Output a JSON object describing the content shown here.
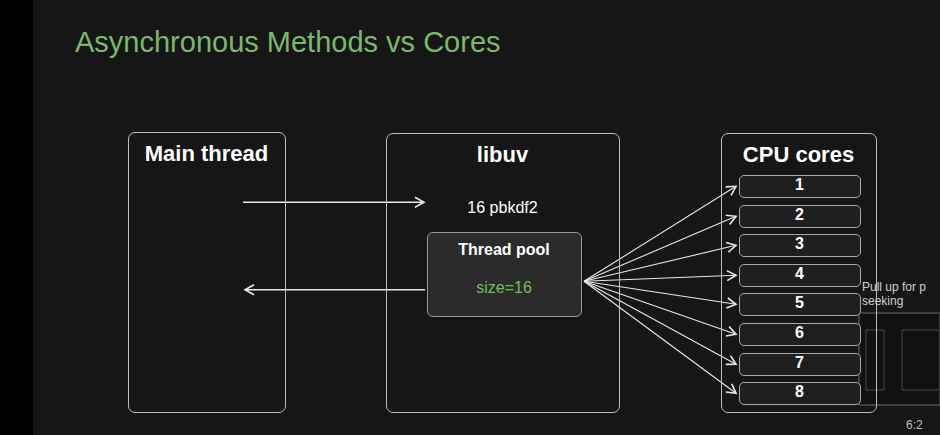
{
  "diagram": {
    "title": "Asynchronous Methods vs Cores",
    "nodes": [
      {
        "text": [
          "Main thread"
        ]
      },
      {
        "text": [
          "libuv",
          "16 pbkdf2"
        ]
      },
      {
        "text": [
          "Thread pool",
          "size=16"
        ],
        "in": 1
      },
      {
        "text": [
          "CPU cores"
        ]
      },
      {
        "text": [
          "1"
        ],
        "in": 3
      },
      {
        "text": [
          "2"
        ],
        "in": 3
      },
      {
        "text": [
          "3"
        ],
        "in": 3
      },
      {
        "text": [
          "4"
        ],
        "in": 3
      },
      {
        "text": [
          "5"
        ],
        "in": 3
      },
      {
        "text": [
          "6"
        ],
        "in": 3
      },
      {
        "text": [
          "7"
        ],
        "in": 3
      },
      {
        "text": [
          "8"
        ],
        "in": 3
      }
    ],
    "edges": [
      {
        "from": 0,
        "to": 2,
        "arrow": "to"
      },
      {
        "from": 2,
        "to": 0,
        "arrow": "to"
      },
      {
        "from": 2,
        "to": 4,
        "arrow": "to"
      },
      {
        "from": 2,
        "to": 5,
        "arrow": "to"
      },
      {
        "from": 2,
        "to": 6,
        "arrow": "to"
      },
      {
        "from": 2,
        "to": 7,
        "arrow": "to"
      },
      {
        "from": 2,
        "to": 8,
        "arrow": "to"
      },
      {
        "from": 2,
        "to": 9,
        "arrow": "to"
      },
      {
        "from": 2,
        "to": 10,
        "arrow": "to"
      },
      {
        "from": 2,
        "to": 11,
        "arrow": "to"
      }
    ],
    "labels": [
      "Pull up for p seeking",
      "6:2"
    ]
  }
}
